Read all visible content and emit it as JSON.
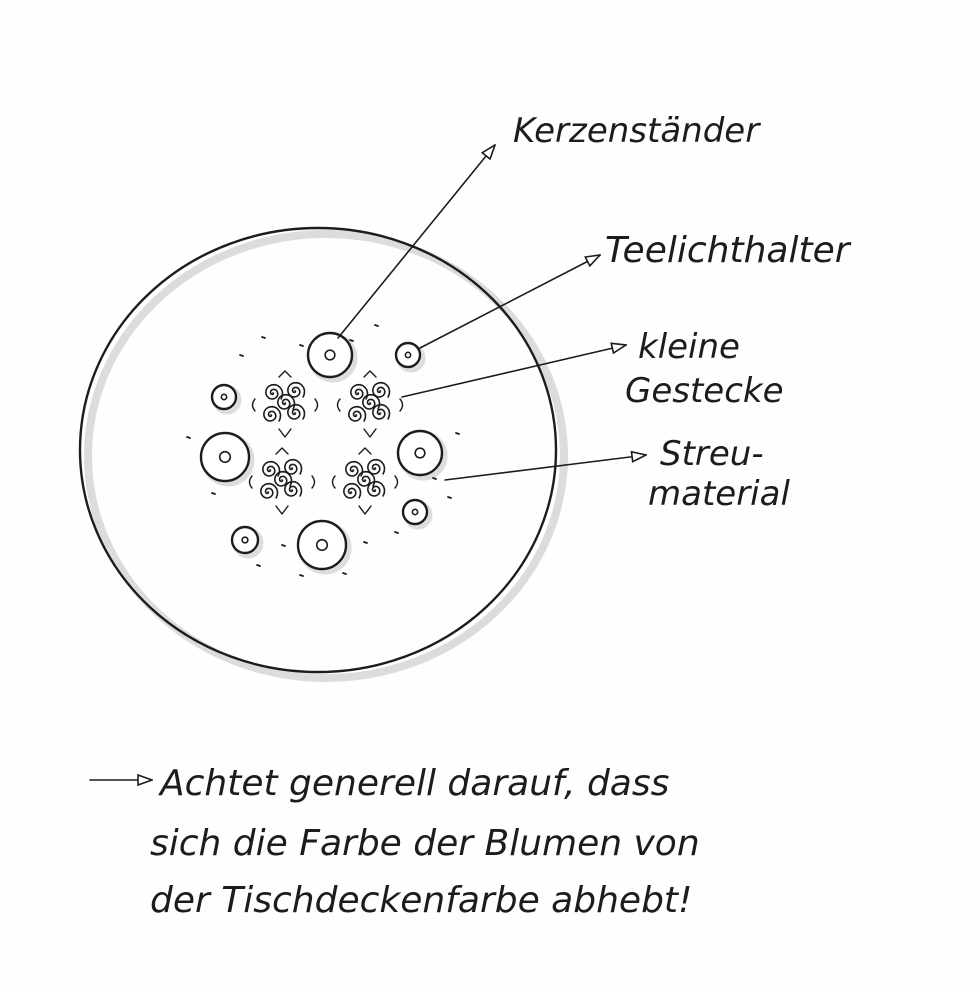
{
  "labels": {
    "kerzenstaender": "Kerzenständer",
    "teelichthalter": "Teelichthalter",
    "gestecke_line1": "kleine",
    "gestecke_line2": "Gestecke",
    "streu_line1": "Streu-",
    "streu_line2": "material"
  },
  "note": {
    "line1": "Achtet generell darauf, dass",
    "line2": "sich die Farbe der Blumen von",
    "line3": "der Tischdeckenfarbe abhebt!"
  },
  "colors": {
    "ink": "#1c1c1c",
    "shadow": "#d8d8d8"
  }
}
